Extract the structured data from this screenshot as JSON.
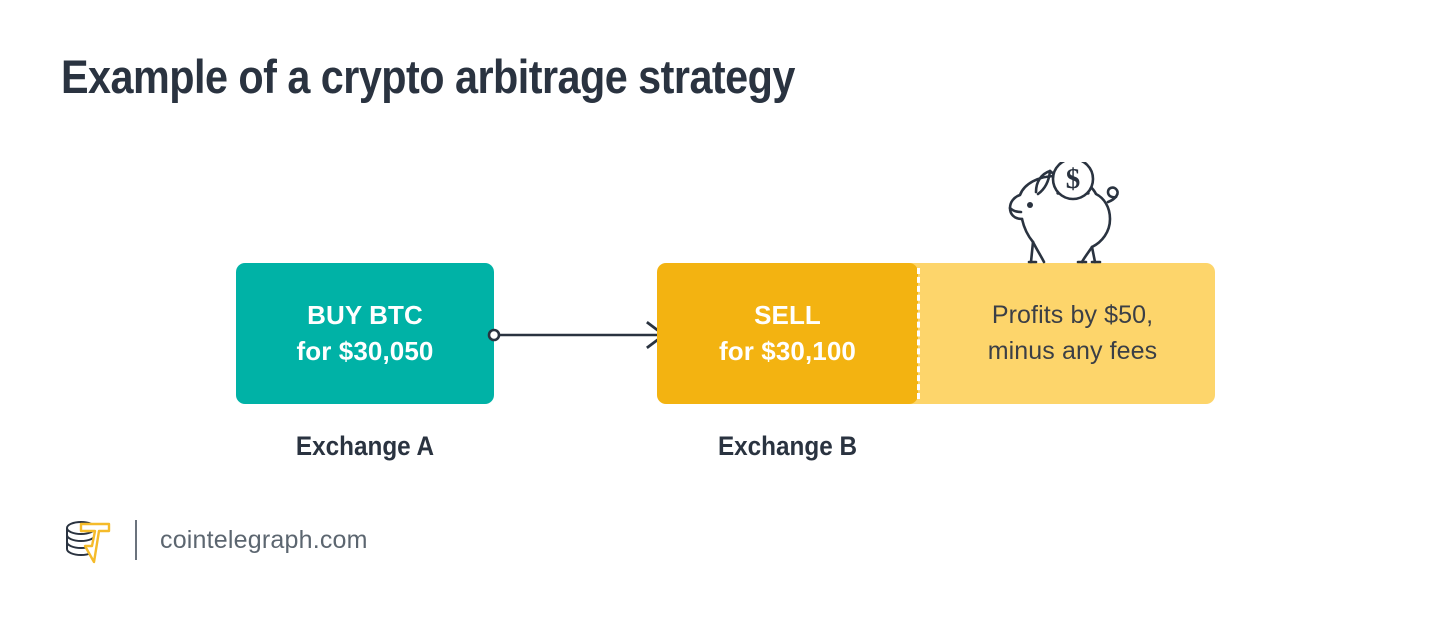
{
  "page": {
    "title": "Example of a crypto arbitrage strategy",
    "background_color": "#ffffff",
    "title_color": "#2a3340"
  },
  "colors": {
    "teal": "#00b2a6",
    "orange": "#f3b311",
    "light_yellow": "#fdd56b",
    "dark_navy": "#2a3340",
    "logo_gold": "#f5bb2a",
    "footer_gray": "#5c6670"
  },
  "flow": {
    "buy_box": {
      "line1": "BUY BTC",
      "line2": "for $30,050",
      "color": "#00b2a6",
      "exchange_label": "Exchange A"
    },
    "sell_box": {
      "line1": "SELL",
      "line2": "for $30,100",
      "color": "#f3b311",
      "exchange_label": "Exchange B"
    },
    "profit_box": {
      "line1": "Profits by $50,",
      "line2": "minus any fees",
      "color": "#fdd56b"
    },
    "connector": {
      "icon": "arrow-right-with-dot",
      "color": "#2a3340"
    },
    "piggy_bank": {
      "icon": "piggy-bank-icon",
      "coin_symbol": "$",
      "color": "#2a3340"
    }
  },
  "footer": {
    "logo_icon": "cointelegraph-logo",
    "url": "cointelegraph.com"
  }
}
